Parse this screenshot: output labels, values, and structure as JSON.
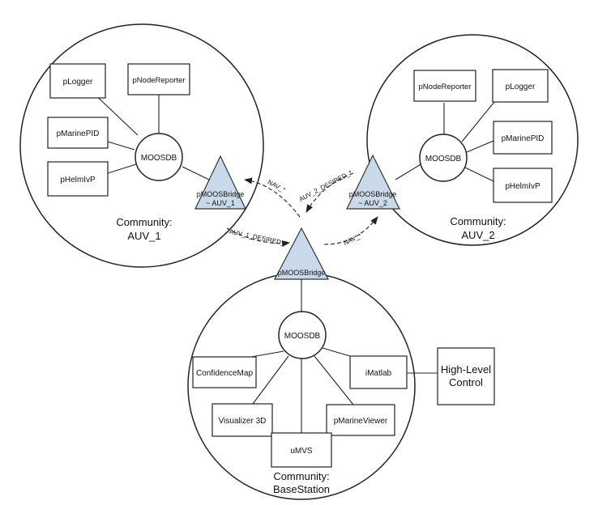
{
  "colors": {
    "bridge_fill": "#c9d9ea",
    "stroke": "#222222",
    "background": "#ffffff"
  },
  "auv1": {
    "community_line1": "Community:",
    "community_line2": "AUV_1",
    "moosdb": "MOOSDB",
    "apps": [
      "pLogger",
      "pNodeReporter",
      "pMarinePID",
      "pHelmIvP"
    ],
    "bridge_line1": "pMOOSBridge",
    "bridge_line2": "~ AUV_1"
  },
  "auv2": {
    "community_line1": "Community:",
    "community_line2": "AUV_2",
    "moosdb": "MOOSDB",
    "apps": [
      "pNodeReporter",
      "pLogger",
      "pMarinePID",
      "pHelmIvP"
    ],
    "bridge_line1": "pMOOSBridge",
    "bridge_line2": "~ AUV_2"
  },
  "base": {
    "community_line1": "Community:",
    "community_line2": "BaseStation",
    "moosdb": "MOOSDB",
    "bridge": "pMOOSBridge",
    "apps": [
      "ConfidenceMap",
      "iMatlab",
      "Visualizer 3D",
      "pMarineViewer",
      "uMVS"
    ]
  },
  "external": {
    "line1": "High-Level",
    "line2": "Control"
  },
  "arrows": {
    "nav_to_auv1": "NAV_*",
    "auv1_desired": "AUV_1_DESIRED_*",
    "auv2_desired": "AUV_2_DESIRED_*",
    "nav_to_auv2": "NAV_*"
  }
}
